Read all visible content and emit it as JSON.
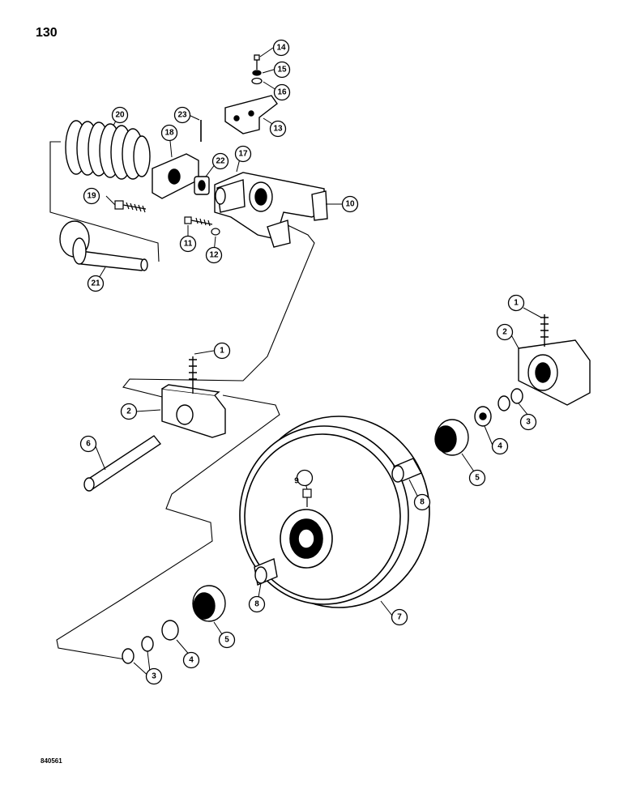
{
  "page": {
    "number": "130",
    "figure_code": "840561"
  },
  "callouts": [
    {
      "id": "c1a",
      "label": "1"
    },
    {
      "id": "c1b",
      "label": "1"
    },
    {
      "id": "c2a",
      "label": "2"
    },
    {
      "id": "c2b",
      "label": "2"
    },
    {
      "id": "c3a",
      "label": "3"
    },
    {
      "id": "c3b",
      "label": "3"
    },
    {
      "id": "c4a",
      "label": "4"
    },
    {
      "id": "c4b",
      "label": "4"
    },
    {
      "id": "c5a",
      "label": "5"
    },
    {
      "id": "c5b",
      "label": "5"
    },
    {
      "id": "c6",
      "label": "6"
    },
    {
      "id": "c7",
      "label": "7"
    },
    {
      "id": "c8a",
      "label": "8"
    },
    {
      "id": "c8b",
      "label": "8"
    },
    {
      "id": "c9",
      "label": "9"
    },
    {
      "id": "c10",
      "label": "10"
    },
    {
      "id": "c11",
      "label": "11"
    },
    {
      "id": "c12",
      "label": "12"
    },
    {
      "id": "c13",
      "label": "13"
    },
    {
      "id": "c14",
      "label": "14"
    },
    {
      "id": "c15",
      "label": "15"
    },
    {
      "id": "c16",
      "label": "16"
    },
    {
      "id": "c17",
      "label": "17"
    },
    {
      "id": "c18",
      "label": "18"
    },
    {
      "id": "c19",
      "label": "19"
    },
    {
      "id": "c20",
      "label": "20"
    },
    {
      "id": "c21",
      "label": "21"
    },
    {
      "id": "c22",
      "label": "22"
    },
    {
      "id": "c23",
      "label": "23"
    }
  ]
}
